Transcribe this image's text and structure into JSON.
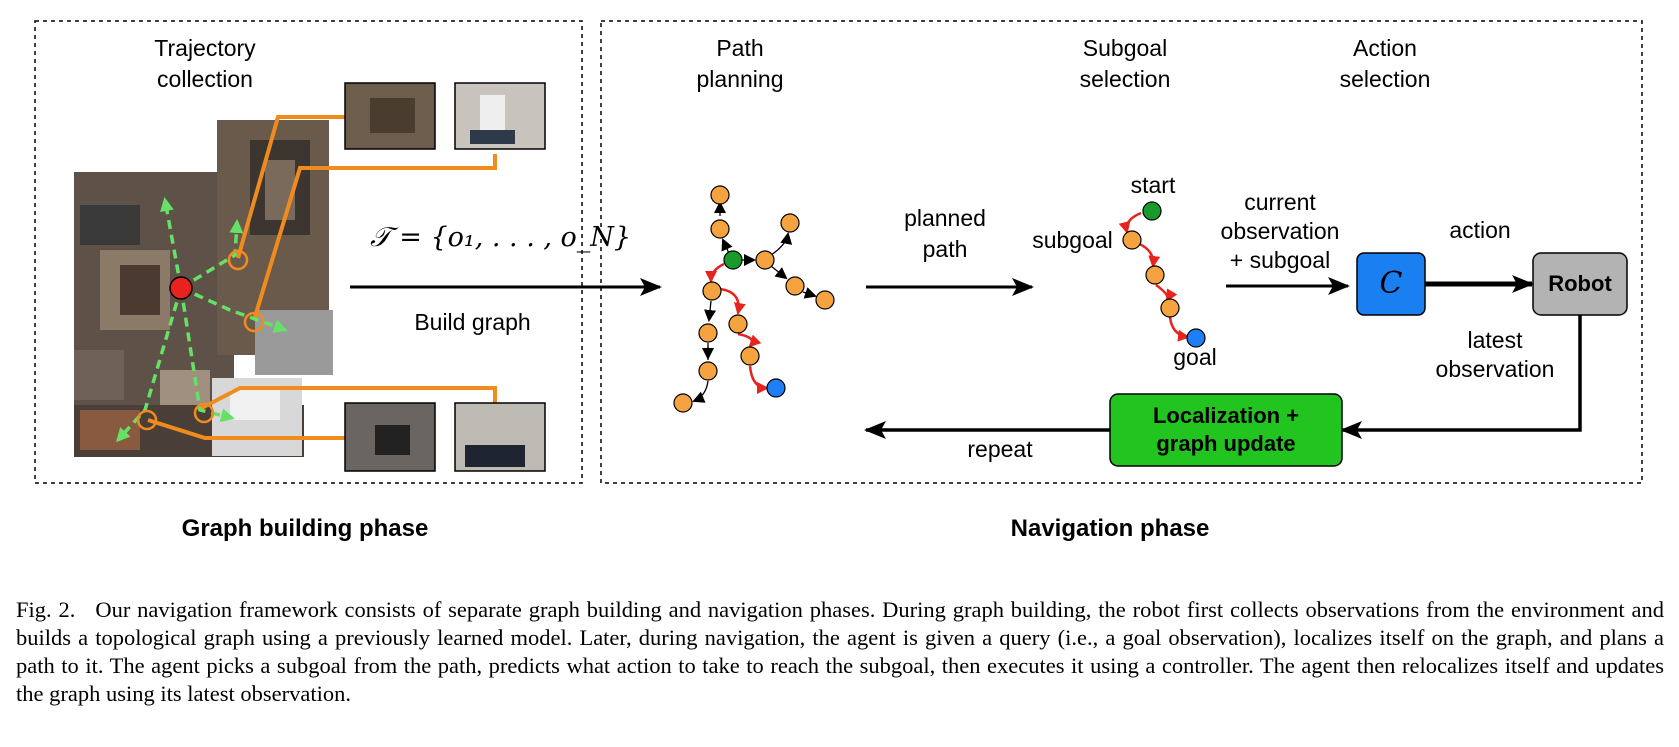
{
  "panels": {
    "graph_building": {
      "trajectory_line1": "Trajectory",
      "trajectory_line2": "collection",
      "formula": "𝒯 = {o₁, . . . , o_N}",
      "build_graph": "Build graph",
      "phase_title": "Graph building phase"
    },
    "navigation": {
      "path_line1": "Path",
      "path_line2": "planning",
      "subgoal_line1": "Subgoal",
      "subgoal_line2": "selection",
      "action_line1": "Action",
      "action_line2": "selection",
      "planned_line1": "planned",
      "planned_line2": "path",
      "start": "start",
      "subgoal": "subgoal",
      "goal": "goal",
      "current_line1": "current",
      "current_line2": "observation",
      "current_line3": "+ subgoal",
      "action": "action",
      "controller": "C",
      "robot": "Robot",
      "latest_line1": "latest",
      "latest_line2": "observation",
      "loc_line1": "Localization +",
      "loc_line2": "graph update",
      "repeat": "repeat",
      "phase_title": "Navigation phase"
    }
  },
  "colors": {
    "orange_node": "#f4a340",
    "green_node": "#1a9a2a",
    "blue_node": "#1f7ef5",
    "red_arrow": "#e8221c",
    "controller_box": "#1a7ff0",
    "robot_box": "#b3b3b3",
    "localization_box": "#22c41f",
    "trajectory_dash": "#66e066",
    "orange_link": "#f08c1e"
  },
  "caption": {
    "number": "Fig. 2.",
    "text": "Our navigation framework consists of separate graph building and navigation phases. During graph building, the robot first collects observations from the environment and builds a topological graph using a previously learned model. Later, during navigation, the agent is given a query (i.e., a goal observation), localizes itself on the graph, and plans a path to it. The agent picks a subgoal from the path, predicts what action to take to reach the subgoal, then executes it using a controller. The agent then relocalizes itself and updates the graph using its latest observation."
  }
}
